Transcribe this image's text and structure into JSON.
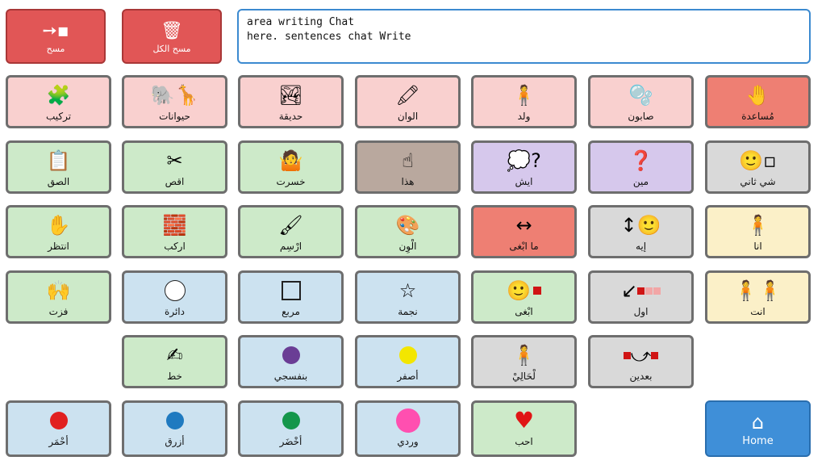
{
  "top": {
    "clear_label": "مسح",
    "clear_all_label": "مسح الكل",
    "chat_line1": "area writing Chat",
    "chat_line2": "here. sentences chat Write"
  },
  "home_label": "Home",
  "colors": {
    "pink": "#f9d0cf",
    "green": "#cdeac9",
    "purple": "#d6c8ec",
    "gray": "#d9d9d9",
    "brown": "#b9a89e",
    "blue": "#cce2f0",
    "cream": "#fbf0c8",
    "coral": "#ee7f73",
    "top_red": "#e15656",
    "home_blue": "#3f8fd8"
  },
  "rows": [
    [
      {
        "label": "تركيب",
        "icon": "puzzle-icon"
      },
      {
        "label": "حيوانات",
        "icon": "animals-icon"
      },
      {
        "label": "حديقة",
        "icon": "park-icon"
      },
      {
        "label": "الوان",
        "icon": "crayons-icon"
      },
      {
        "label": "ولد",
        "icon": "boy-icon"
      },
      {
        "label": "صابون",
        "icon": "soap-bubbles-icon"
      },
      {
        "label": "مُساعدة",
        "icon": "help-hand-icon"
      }
    ],
    [
      {
        "label": "الصق",
        "icon": "glue-icon"
      },
      {
        "label": "اقص",
        "icon": "cut-icon"
      },
      {
        "label": "خسرت",
        "icon": "lost-icon"
      },
      {
        "label": "هذا",
        "icon": "point-finger-icon"
      },
      {
        "label": "ايش",
        "icon": "thought-question-icon"
      },
      {
        "label": "مين",
        "icon": "who-question-icon"
      },
      {
        "label": "شي ثاني",
        "icon": "something-else-icon"
      }
    ],
    [
      {
        "label": "انتظر",
        "icon": "wait-hand-icon"
      },
      {
        "label": "اركب",
        "icon": "build-blocks-icon"
      },
      {
        "label": "ارْسِم",
        "icon": "draw-icon"
      },
      {
        "label": "الْوِن",
        "icon": "paint-palette-icon"
      },
      {
        "label": "ما ابْغى",
        "icon": "dont-want-icon"
      },
      {
        "label": "إيه",
        "icon": "yes-nod-icon"
      },
      {
        "label": "انا",
        "icon": "me-person-icon"
      }
    ],
    [
      {
        "label": "فزت",
        "icon": "win-icon"
      },
      {
        "label": "دائرة",
        "icon": "circle-shape-icon"
      },
      {
        "label": "مربع",
        "icon": "square-shape-icon"
      },
      {
        "label": "نجمة",
        "icon": "star-shape-icon"
      },
      {
        "label": "ابْغى",
        "icon": "want-icon"
      },
      {
        "label": "اول",
        "icon": "first-arrow-icon"
      },
      {
        "label": "انت",
        "icon": "you-person-icon"
      }
    ],
    [
      {
        "label": "خط",
        "icon": "line-write-icon"
      },
      {
        "label": "بنفسجي",
        "icon": "purple-dot-icon"
      },
      {
        "label": "أصفر",
        "icon": "yellow-dot-icon"
      },
      {
        "label": "لْحَالِيْ",
        "icon": "alone-person-icon"
      },
      {
        "label": "بعدين",
        "icon": "later-arrow-icon"
      }
    ],
    [
      {
        "label": "أحْمَر",
        "icon": "red-dot-icon"
      },
      {
        "label": "أزرق",
        "icon": "blue-dot-icon"
      },
      {
        "label": "أخْضَر",
        "icon": "green-dot-icon"
      },
      {
        "label": "وردي",
        "icon": "pink-dot-icon"
      },
      {
        "label": "احب",
        "icon": "heart-icon"
      }
    ]
  ]
}
